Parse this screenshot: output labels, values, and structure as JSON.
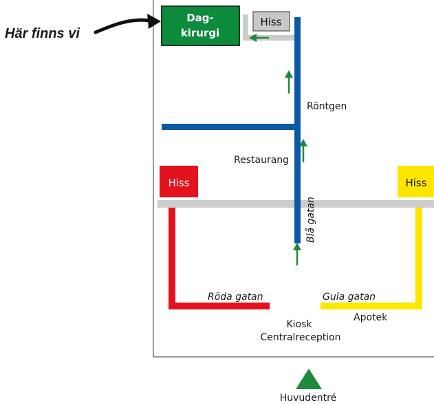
{
  "you_are_here": "Här finns vi",
  "dagkirurgi": {
    "line1": "Dag-",
    "line2": "kirurgi",
    "color": "#0e8a3c"
  },
  "elevators": {
    "top": {
      "label": "Hiss",
      "color": "#c8c8c8"
    },
    "red": {
      "label": "Hiss",
      "color": "#e4121d"
    },
    "yellow": {
      "label": "Hiss",
      "color": "#ffe600"
    }
  },
  "places": {
    "rontgen": "Röntgen",
    "restaurang": "Restaurang",
    "kiosk": "Kiosk",
    "centralreception": "Centralreception",
    "apotek": "Apotek",
    "huvudentre": "Huvudentré"
  },
  "streets": {
    "bla": {
      "label": "Blå gatan",
      "color": "#0a5aa6"
    },
    "roda": {
      "label": "Röda gatan",
      "color": "#e4121d"
    },
    "gula": {
      "label": "Gula gatan",
      "color": "#ffe600"
    }
  },
  "colors": {
    "corridor": "#cccccc",
    "arrow": "#1e8a3c",
    "entrance": "#1e8a3c"
  }
}
